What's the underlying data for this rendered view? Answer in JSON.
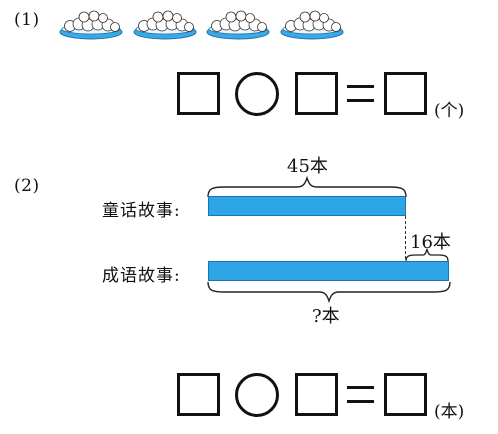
{
  "problem1": {
    "number": "(1)",
    "plate_count": 4,
    "unit": "(个)"
  },
  "problem2": {
    "number": "(2)",
    "row1_label": "童话故事:",
    "row2_label": "成语故事:",
    "top_amount": "45本",
    "difference": "16本",
    "unknown": "?本",
    "unit": "(本)"
  },
  "colors": {
    "bar": "#2ea5e4",
    "plate": "#3aa9e6"
  },
  "icons": {
    "plate": "plate-of-buns-icon"
  }
}
